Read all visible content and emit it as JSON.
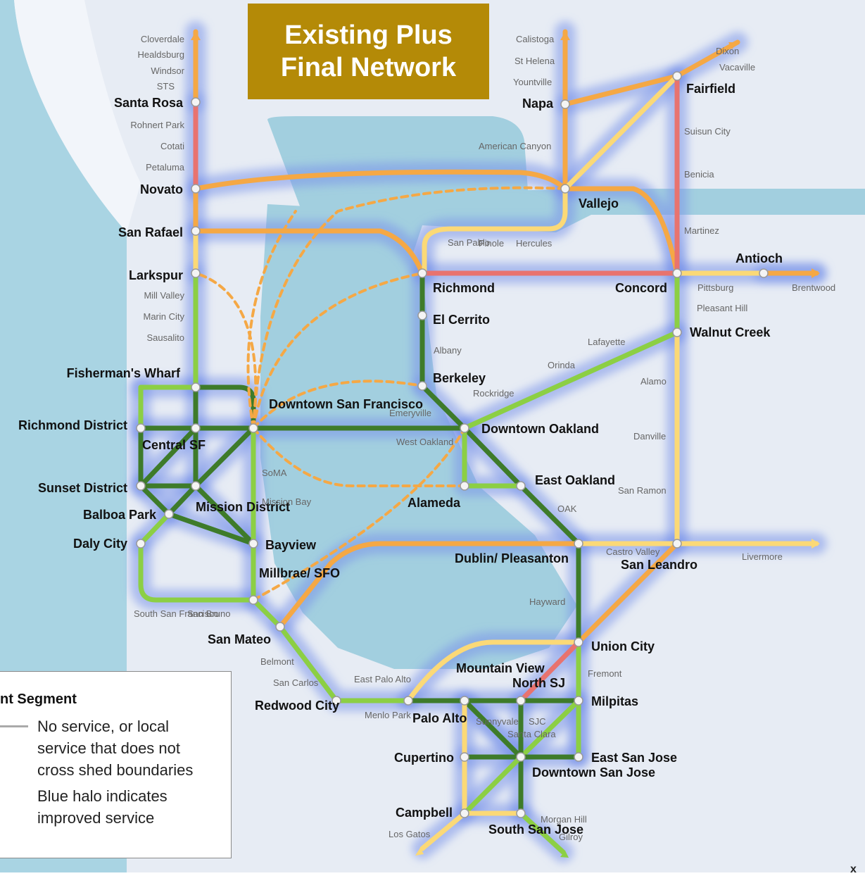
{
  "title": {
    "line1": "Existing Plus",
    "line2": "Final Network"
  },
  "legend": {
    "title": "nt Segment",
    "no_service_lines": [
      "No service, or local",
      "service that does not",
      "cross shed boundaries"
    ],
    "halo_lines": [
      "Blue halo indicates",
      "improved service"
    ]
  },
  "corner_mark": "x",
  "colors": {
    "dark_green": "#3e7b2a",
    "light_green": "#8ccf44",
    "orange": "#f5a845",
    "red": "#e8736f",
    "yellow": "#fbd977",
    "water": "#9fcfdf",
    "land": "#e7ecf4",
    "halo": "#7c95ea",
    "title_bg": "#b48a07"
  },
  "stations_major": [
    "Santa Rosa",
    "Novato",
    "San Rafael",
    "Larkspur",
    "Fisherman's Wharf",
    "Richmond District",
    "Central SF",
    "Sunset District",
    "Balboa Park",
    "Mission District",
    "Daly City",
    "Downtown San Francisco",
    "Bayview",
    "Millbrae/ SFO",
    "San Mateo",
    "Redwood City",
    "Palo Alto",
    "Mountain View",
    "North SJ",
    "Cupertino",
    "Campbell",
    "South San Jose",
    "Downtown San Jose",
    "East San Jose",
    "Milpitas",
    "Union City",
    "Dublin/ Pleasanton",
    "San Leandro",
    "East Oakland",
    "Alameda",
    "Downtown Oakland",
    "Berkeley",
    "El Cerrito",
    "Richmond",
    "Concord",
    "Walnut Creek",
    "Antioch",
    "Vallejo",
    "Napa",
    "Fairfield"
  ],
  "places_minor": [
    "Cloverdale",
    "Healdsburg",
    "Windsor",
    "STS",
    "Rohnert Park",
    "Cotati",
    "Petaluma",
    "Mill Valley",
    "Marin City",
    "Sausalito",
    "SoMA",
    "Mission Bay",
    "South San Francisco",
    "San Bruno",
    "Belmont",
    "San Carlos",
    "Menlo Park",
    "East Palo Alto",
    "Sunnyvale",
    "SJC",
    "Santa Clara",
    "Los Gatos",
    "Morgan Hill",
    "Gilroy",
    "Fremont",
    "Hayward",
    "Castro Valley",
    "Livermore",
    "San Ramon",
    "OAK",
    "Danville",
    "Alamo",
    "Lafayette",
    "Orinda",
    "Rockridge",
    "Emeryville",
    "West Oakland",
    "Albany",
    "San Pablo",
    "Pinole",
    "Hercules",
    "American Canyon",
    "Calistoga",
    "St Helena",
    "Yountville",
    "Dixon",
    "Vacaville",
    "Suisun City",
    "Benicia",
    "Martinez",
    "Pittsburg",
    "Pleasant Hill",
    "Brentwood"
  ]
}
